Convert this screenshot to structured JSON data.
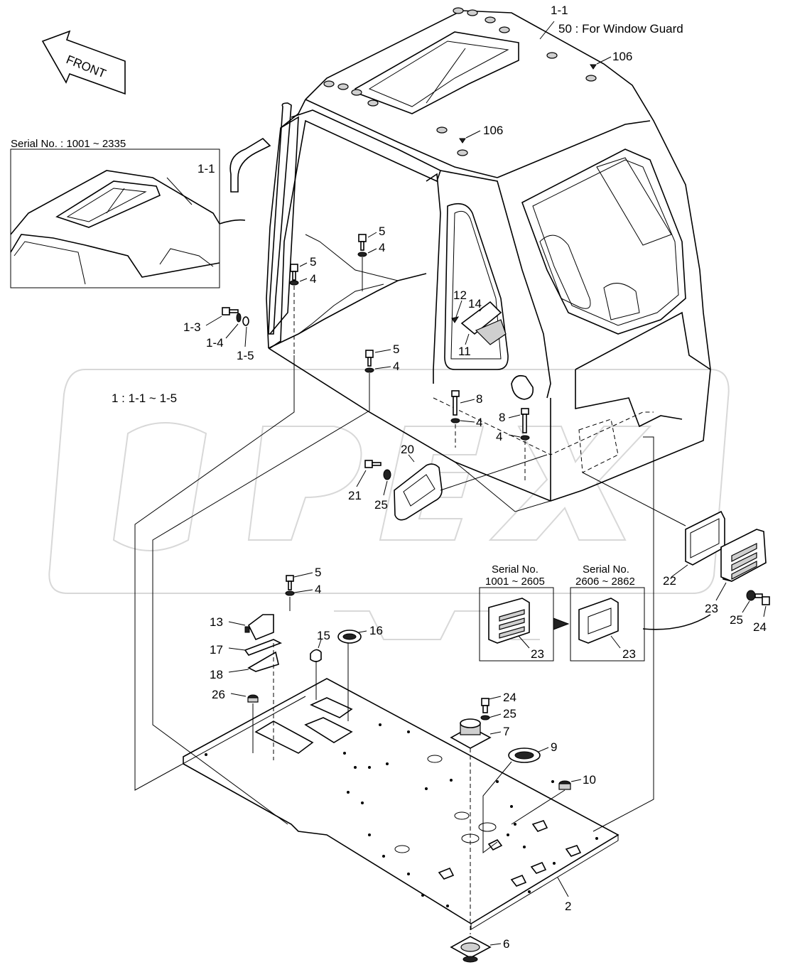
{
  "front_label": "FRONT",
  "notes": {
    "main_cabin": "1-1",
    "window_guard": "50 : For Window Guard",
    "serial_inset_1": "Serial No. : 1001 ~ 2335",
    "inset_cabin": "1-1",
    "group_note": "1 : 1-1 ~ 1-5",
    "serial_a_line1": "Serial No.",
    "serial_a_line2": "1001 ~ 2605",
    "serial_b_line1": "Serial No.",
    "serial_b_line2": "2606 ~ 2862"
  },
  "callouts": {
    "p106a": "106",
    "p106b": "106",
    "p5a": "5",
    "p4a": "4",
    "p5b": "5",
    "p4b": "4",
    "p5c": "5",
    "p4c": "4",
    "p1_3": "1-3",
    "p1_4": "1-4",
    "p1_5": "1-5",
    "p12": "12",
    "p14": "14",
    "p11": "11",
    "p8a": "8",
    "p4d": "4",
    "p8b": "8",
    "p4e": "4",
    "p20": "20",
    "p21": "21",
    "p25a": "25",
    "p22": "22",
    "p23a": "23",
    "p25b": "25",
    "p24a": "24",
    "p23b": "23",
    "p23c": "23",
    "p5d": "5",
    "p4f": "4",
    "p13": "13",
    "p17": "17",
    "p18": "18",
    "p15": "15",
    "p16": "16",
    "p26": "26",
    "p24b": "24",
    "p25c": "25",
    "p7": "7",
    "p9": "9",
    "p10": "10",
    "p2": "2",
    "p6": "6"
  }
}
